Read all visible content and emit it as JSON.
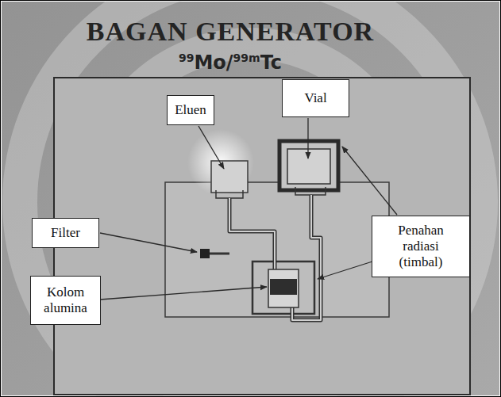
{
  "diagram": {
    "title": "BAGAN GENERATOR",
    "nodes": [
      {
        "text": [
          "Eluen"
        ]
      },
      {
        "text": [
          "Vial"
        ]
      },
      {
        "text": [
          "Filter"
        ]
      },
      {
        "text": [
          "Penahan radiasi (timbal)"
        ]
      },
      {
        "text": [
          "Kolom alumina"
        ]
      }
    ],
    "labels": [
      "99Mo/99mTc"
    ]
  }
}
